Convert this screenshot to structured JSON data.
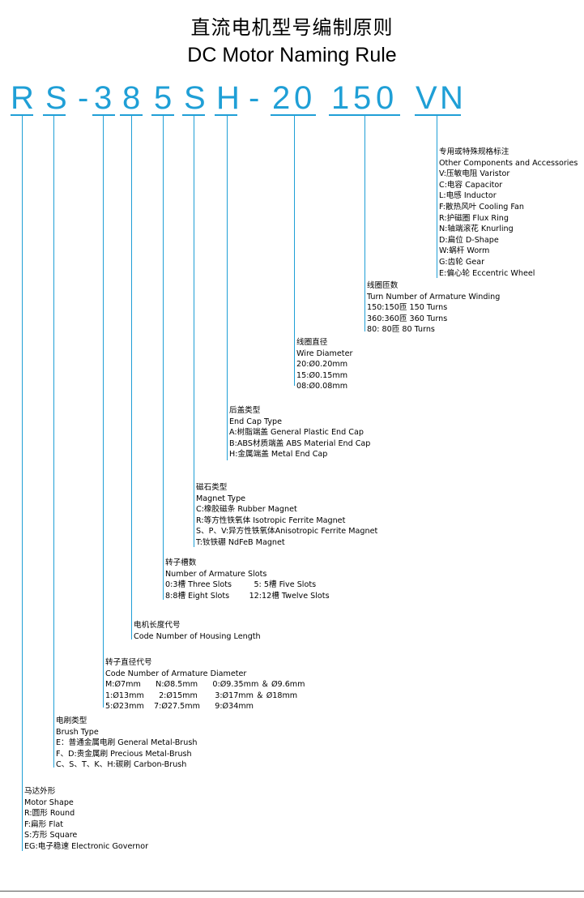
{
  "title": {
    "zh": "直流电机型号编制原则",
    "en": "DC Motor Naming Rule"
  },
  "code_chars": [
    "R",
    "S",
    "-",
    "3",
    "8",
    "5",
    "S",
    "H",
    "-",
    "2",
    "0",
    "1",
    "5",
    "0",
    "V",
    "N"
  ],
  "accent_color": "#1f9fd6",
  "sections": {
    "motor_shape": {
      "lines": [
        "马达外形",
        "Motor Shape",
        "R:圆形 Round",
        "F:扁形 Flat",
        "S:方形 Square",
        "EG:电子稳速 Electronic Governor"
      ]
    },
    "brush_type": {
      "lines": [
        "电刷类型",
        "Brush Type",
        "E：普通金属电刷  General Metal-Brush",
        "F、D:贵金属刷 Precious Metal-Brush",
        "C、S、T、K、H:碳刷 Carbon-Brush"
      ]
    },
    "armature_diameter": {
      "lines": [
        "转子直径代号",
        "Code Number of Armature Diameter",
        "M:Ø7mm      N:Ø8.5mm      0:Ø9.35mm ＆ Ø9.6mm",
        "1:Ø13mm      2:Ø15mm       3:Ø17mm ＆ Ø18mm",
        "5:Ø23mm    7:Ø27.5mm      9:Ø34mm"
      ]
    },
    "housing_length": {
      "lines": [
        "电机长度代号",
        "Code Number of Housing Length"
      ]
    },
    "armature_slots": {
      "lines": [
        "转子槽数",
        "Number of Armature Slots",
        "0:3槽 Three Slots         5: 5槽 Five Slots",
        "8:8槽 Eight Slots        12:12槽 Twelve Slots"
      ]
    },
    "magnet_type": {
      "lines": [
        "磁石类型",
        "Magnet Type",
        "C:橡胶磁条 Rubber Magnet",
        "R:等方性铁氧体 Isotropic Ferrite Magnet",
        "S、P、V:异方性铁氧体Anisotropic Ferrite Magnet",
        "T:钕铁硼 NdFeB Magnet"
      ]
    },
    "end_cap_type": {
      "lines": [
        "后盖类型",
        "End Cap Type",
        "A:树脂端盖 General Plastic End Cap",
        "B:ABS材质端盖 ABS Material End Cap",
        "H:金属端盖 Metal End Cap"
      ]
    },
    "wire_diameter": {
      "lines": [
        "线圈直径",
        "Wire Diameter",
        "20:Ø0.20mm",
        "15:Ø0.15mm",
        "08:Ø0.08mm"
      ]
    },
    "armature_winding": {
      "lines": [
        "线圈匝数",
        "Turn Number of Armature Winding",
        "150:150匝 150 Turns",
        "360:360匝 360 Turns",
        "80:    80匝  80 Turns"
      ]
    },
    "accessories": {
      "lines": [
        "专用或特殊规格标注",
        "Other Components and Accessories",
        "V:压敏电阻  Varistor",
        "C:电容  Capacitor",
        "L:电感  Inductor",
        "F:散热风叶  Cooling Fan",
        "R:护磁圈  Flux Ring",
        "N:轴端滚花  Knurling",
        "D:扁位  D-Shape",
        "W:蜗杆  Worm",
        "G:齿轮  Gear",
        "E:偏心轮  Eccentric Wheel"
      ]
    }
  }
}
